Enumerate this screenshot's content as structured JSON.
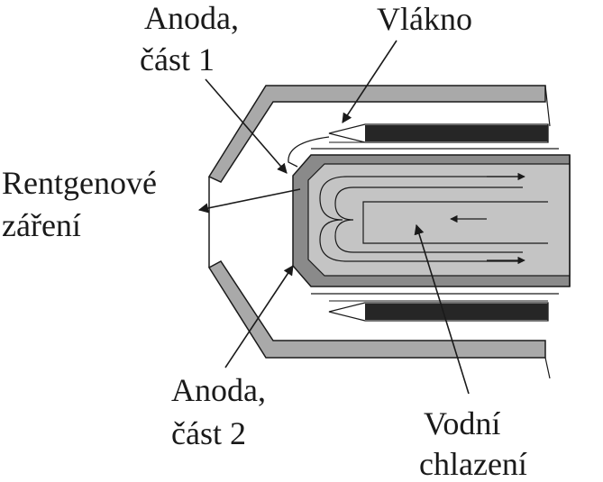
{
  "labels": {
    "anode_part1_line1": "Anoda,",
    "anode_part1_line2": "část 1",
    "filament": "Vlákno",
    "xray_line1": "Rentgenové",
    "xray_line2": "záření",
    "anode_part2_line1": "Anoda,",
    "anode_part2_line2": "část 2",
    "cooling_line1": "Vodní",
    "cooling_line2": "chlazení"
  },
  "colors": {
    "outer_housing": "#a9a9a9",
    "anode_outer": "#8a8a8a",
    "anode_inner": "#c4c4c4",
    "filament_bar": "#262626",
    "line": "#1a1a1a",
    "background": "#ffffff"
  }
}
